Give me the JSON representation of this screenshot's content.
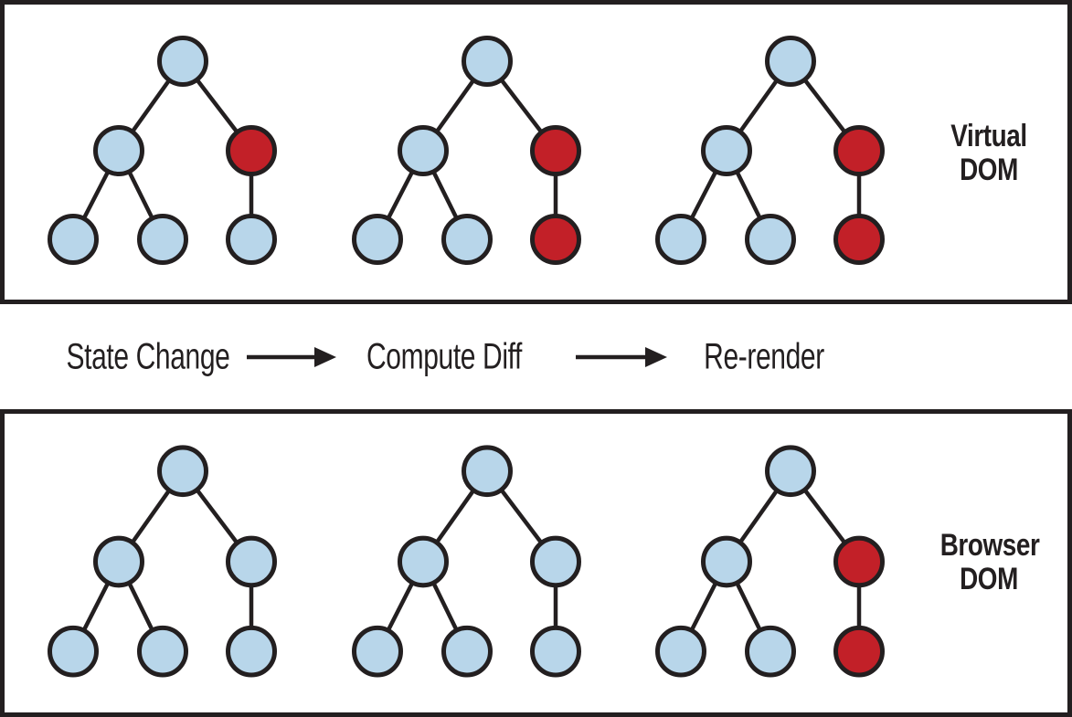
{
  "figure": {
    "title": "Virtual DOM diffing and re-render diagram",
    "panels": [
      {
        "id": "virtual-dom",
        "label": "Virtual DOM",
        "trees": [
          {
            "nodes": {
              "root": "blue",
              "left": "blue",
              "right": "red",
              "leftLeft": "blue",
              "leftRight": "blue",
              "rightChild": "blue"
            }
          },
          {
            "nodes": {
              "root": "blue",
              "left": "blue",
              "right": "red",
              "leftLeft": "blue",
              "leftRight": "blue",
              "rightChild": "red"
            }
          },
          {
            "nodes": {
              "root": "blue",
              "left": "blue",
              "right": "red",
              "leftLeft": "blue",
              "leftRight": "blue",
              "rightChild": "red"
            }
          }
        ]
      },
      {
        "id": "browser-dom",
        "label": "Browser DOM",
        "trees": [
          {
            "nodes": {
              "root": "blue",
              "left": "blue",
              "right": "blue",
              "leftLeft": "blue",
              "leftRight": "blue",
              "rightChild": "blue"
            }
          },
          {
            "nodes": {
              "root": "blue",
              "left": "blue",
              "right": "blue",
              "leftLeft": "blue",
              "leftRight": "blue",
              "rightChild": "blue"
            }
          },
          {
            "nodes": {
              "root": "blue",
              "left": "blue",
              "right": "red",
              "leftLeft": "blue",
              "leftRight": "blue",
              "rightChild": "red"
            }
          }
        ]
      }
    ],
    "flow": {
      "steps": [
        "State Change",
        "Compute Diff",
        "Re-render"
      ]
    },
    "colors": {
      "node_blue": "#b8d6ea",
      "node_red": "#c22028",
      "stroke": "#231f20",
      "panel_border": "#231f20",
      "background": "#ffffff"
    }
  }
}
